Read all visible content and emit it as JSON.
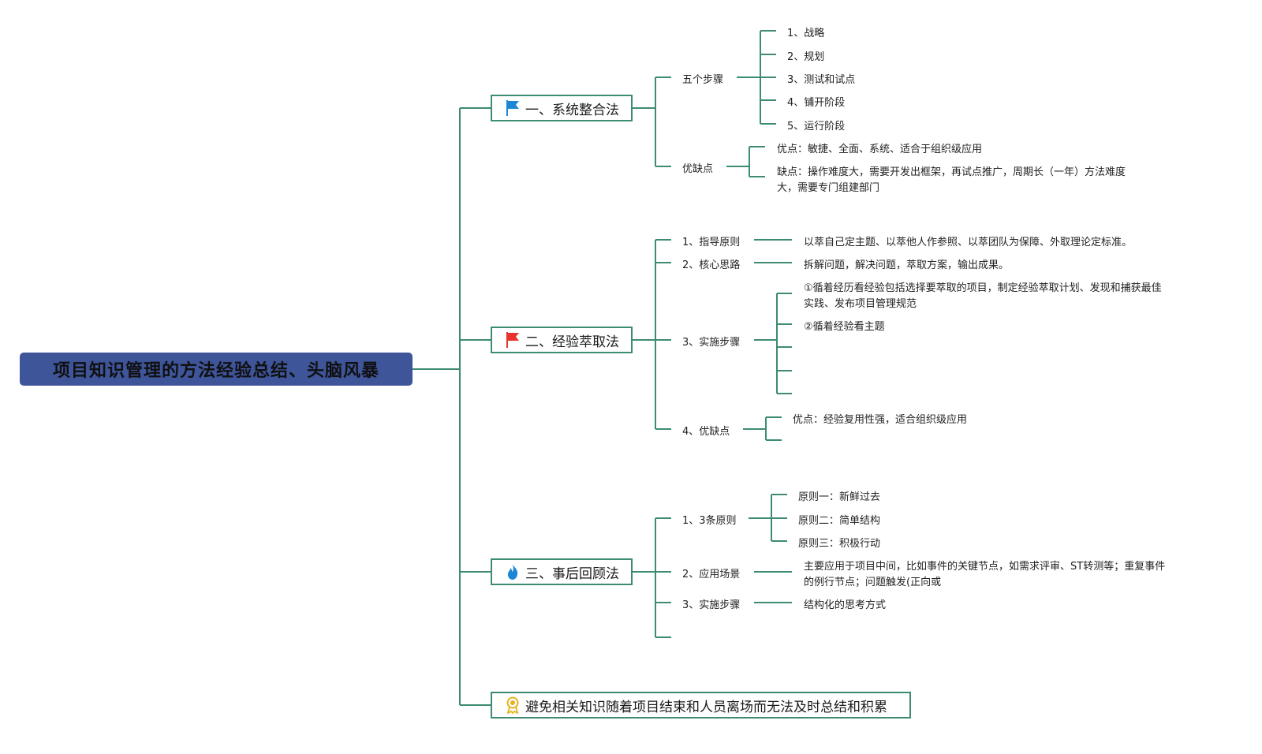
{
  "root": {
    "title": "项目知识管理的方法经验总结、头脑风暴"
  },
  "branch1": {
    "title": "一、系统整合法",
    "icon": "blue-flag-icon",
    "steps_label": "五个步骤",
    "steps": [
      "1、战略",
      "2、规划",
      "3、测试和试点",
      "4、铺开阶段",
      "5、运行阶段"
    ],
    "proscons_label": "优缺点",
    "pros": "优点：敏捷、全面、系统、适合于组织级应用",
    "cons_line1": "缺点：操作难度大，需要开发出框架，再试点推广，周期长（一年）方法难度",
    "cons_line2": "大，需要专门组建部门"
  },
  "branch2": {
    "title": "二、经验萃取法",
    "icon": "red-flag-icon",
    "guide_label": "1、指导原则",
    "guide_text": "以萃自己定主题、以萃他人作参照、以萃团队为保障、外取理论定标准。",
    "core_label": "2、核心思路",
    "core_text": "拆解问题，解决问题，萃取方案，输出成果。",
    "steps_label": "3、实施步骤",
    "step1_line1": "①循着经历看经验包括选择要萃取的项目，制定经验萃取计划、发现和捕获最佳",
    "step1_line2": "实践、发布项目管理规范",
    "step2": "②循着经验看主题",
    "proscons_label": "4、优缺点",
    "pros": "优点：经验复用性强，适合组织级应用"
  },
  "branch3": {
    "title": "三、事后回顾法",
    "icon": "flame-icon",
    "principles_label": "1、3条原则",
    "principles": [
      "原则一：新鲜过去",
      "原则二：简单结构",
      "原则三：积极行动"
    ],
    "scene_label": "2、应用场景",
    "scene_line1": "主要应用于项目中间，比如事件的关键节点，如需求评审、ST转测等；重复事件",
    "scene_line2": "的例行节点；问题触发(正向或",
    "steps_label": "3、实施步骤",
    "steps_text": "结构化的思考方式"
  },
  "branch4": {
    "title": "避免相关知识随着项目结束和人员离场而无法及时总结和积累",
    "icon": "award-ribbon-icon"
  },
  "colors": {
    "line": "#3d8b74",
    "root_bg": "#3f559a"
  }
}
